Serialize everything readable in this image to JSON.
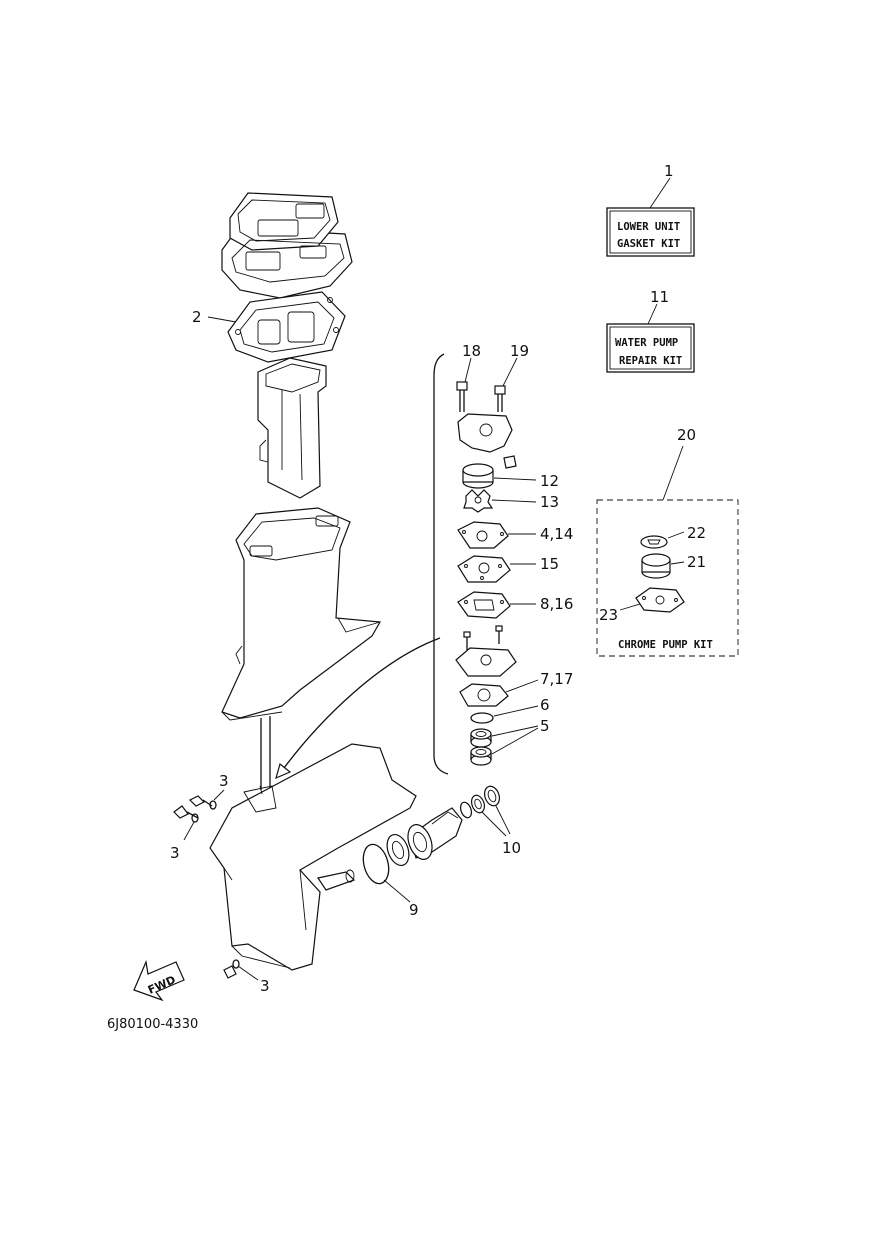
{
  "kits": {
    "gasket_kit": {
      "callout": "1",
      "line1": "LOWER UNIT",
      "line2": "GASKET KIT"
    },
    "water_pump_kit": {
      "callout": "11",
      "line1": "WATER PUMP",
      "line2": "REPAIR KIT"
    },
    "chrome_pump_kit": {
      "callout": "20",
      "label": "CHROME PUMP KIT"
    }
  },
  "callouts": {
    "c2": "2",
    "c3a": "3",
    "c3b": "3",
    "c3c": "3",
    "c4_14": "4,14",
    "c5": "5",
    "c6": "6",
    "c7_17": "7,17",
    "c8_16": "8,16",
    "c9": "9",
    "c10": "10",
    "c12": "12",
    "c13": "13",
    "c15": "15",
    "c18": "18",
    "c19": "19",
    "c21": "21",
    "c22": "22",
    "c23": "23"
  },
  "fwd_label": "FWD",
  "diagram_code": "6J80100-4330"
}
